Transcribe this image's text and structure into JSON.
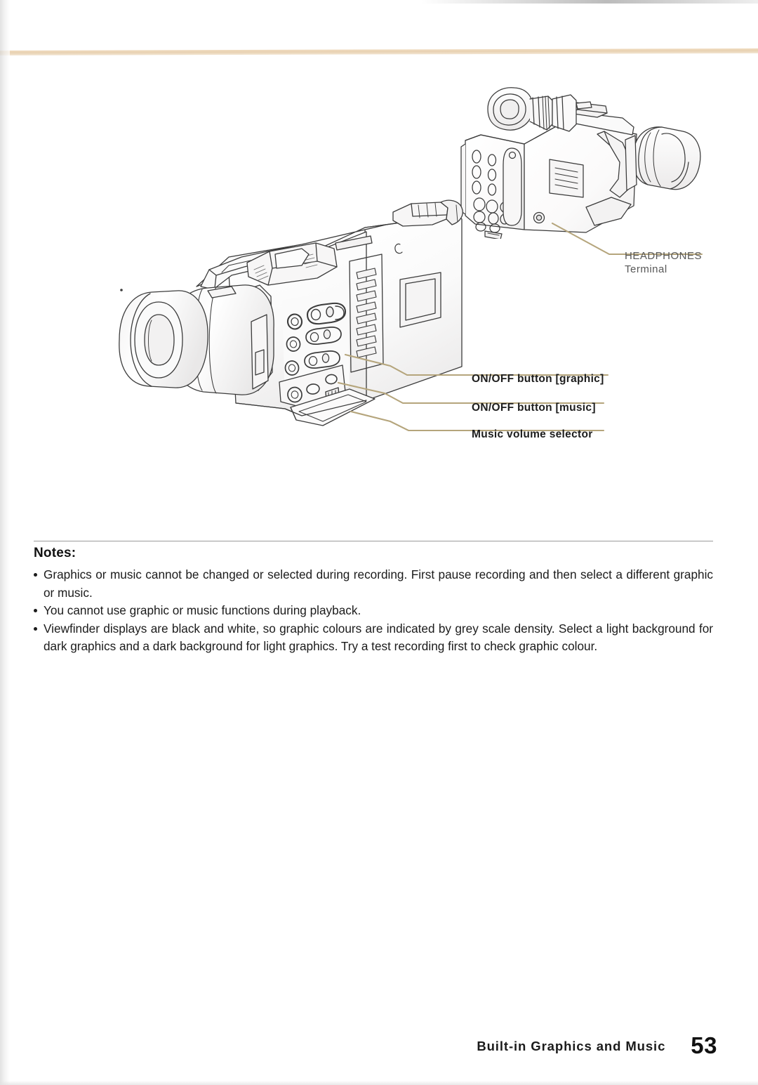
{
  "page": {
    "number": "53",
    "footer_title": "Built-in Graphics and Music",
    "background_color": "#ffffff",
    "scan_band_color": "#e7cfae"
  },
  "illustrations": [
    {
      "id": "rear-camcorder",
      "name": "camcorder-rear-three-quarter-view",
      "description": "Line drawing of a camcorder seen from the rear-left showing the control button panel and the headphones jack"
    },
    {
      "id": "main-camcorder",
      "name": "camcorder-side-three-quarter-view",
      "description": "Large line drawing of a camcorder seen from the front-left showing the lens, built-in microphone, control buttons and an open hinged terminal cover"
    }
  ],
  "callouts": [
    {
      "id": "headphones",
      "label_line1": "HEADPHONES",
      "label_line2": "Terminal",
      "style": "light",
      "leader_color": "#b8a87e"
    },
    {
      "id": "graphic-button",
      "label": "ON/OFF button [graphic]",
      "style": "bold",
      "leader_color": "#b5a57c"
    },
    {
      "id": "music-button",
      "label": "ON/OFF button [music]",
      "style": "bold",
      "leader_color": "#b5a57c"
    },
    {
      "id": "volume-selector",
      "label": "Music volume selector",
      "style": "bold",
      "leader_color": "#b5a57c"
    }
  ],
  "notes": {
    "heading": "Notes:",
    "items": [
      "Graphics or music cannot be changed or selected during recording. First pause recording and then select a different graphic or music.",
      "You cannot use graphic or music functions during playback.",
      "Viewfinder displays are black and white, so graphic colours are indicated by grey scale density. Select a light background for dark graphics and a dark background for light graphics. Try a test recording first to check graphic colour."
    ]
  }
}
